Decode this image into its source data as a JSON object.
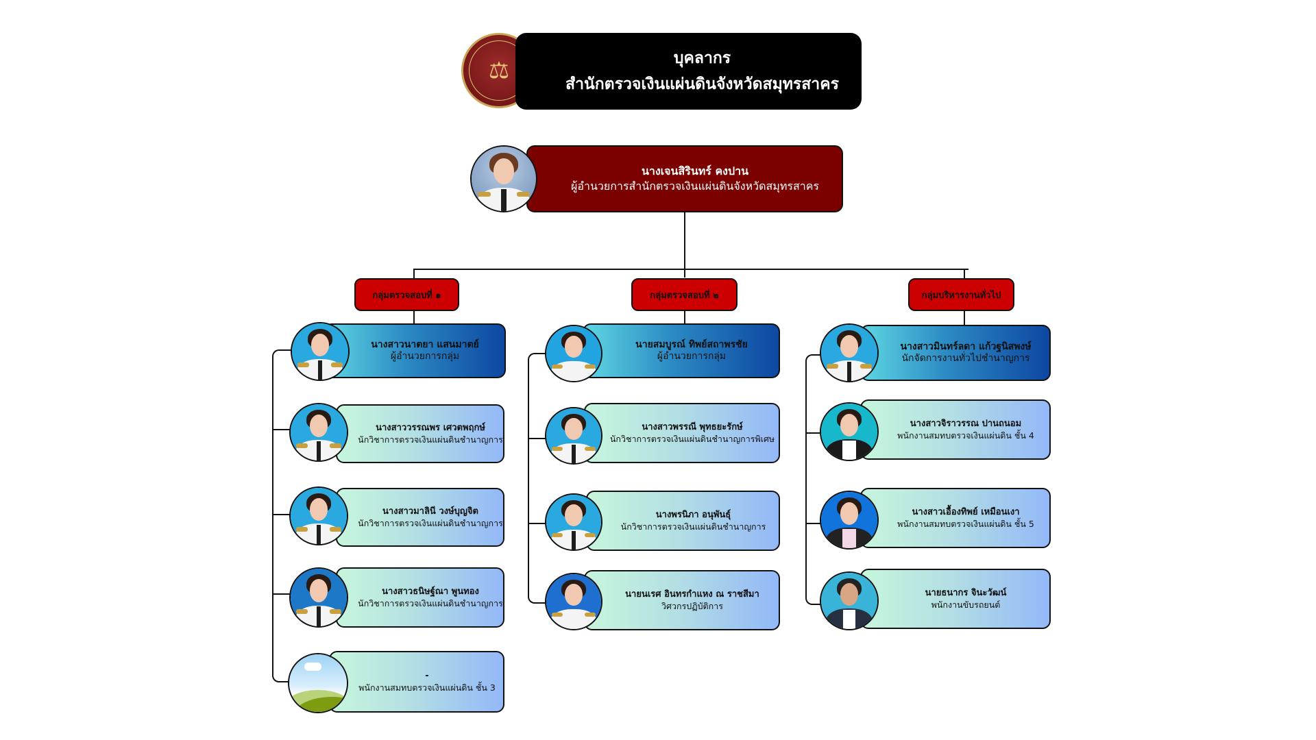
{
  "header": {
    "title": "บุคลากร",
    "subtitle": "สำนักตรวจเงินแผ่นดินจังหวัดสมุทรสาคร",
    "logo_icon": "state-audit-seal-icon",
    "colors": {
      "background": "#000000",
      "text": "#ffffff",
      "seal": "#7d1a1a"
    }
  },
  "director": {
    "name": "นางเจนสิรินทร์   คงปาน",
    "position": "ผู้อำนวยการสำนักตรวจเงินแผ่นดินจังหวัดสมุทรสาคร",
    "color": "#7b0000"
  },
  "groups": [
    {
      "label": "กลุ่มตรวจสอบที่ ๑",
      "members": [
        {
          "name": "นางสาวนาตยา แสนมาตย์",
          "position": "ผู้อำนวยการกลุ่ม",
          "role": "lead"
        },
        {
          "name": "นางสาววรรณพร เศวตพฤกษ์",
          "position": "นักวิชาการตรวจเงินแผ่นดินชำนาญการ",
          "role": "staff"
        },
        {
          "name": "นางสาวมาลินี วงษ์บุญจิต",
          "position": "นักวิชาการตรวจเงินแผ่นดินชำนาญการ",
          "role": "staff"
        },
        {
          "name": "นางสาวธนิษฐ์ณา พูนทอง",
          "position": "นักวิชาการตรวจเงินแผ่นดินชำนาญการ",
          "role": "staff"
        },
        {
          "name": "-",
          "position": "พนักงานสมทบตรวจเงินแผ่นดิน ชั้น 3",
          "role": "staff",
          "photo": "placeholder"
        }
      ]
    },
    {
      "label": "กลุ่มตรวจสอบที่ ๒",
      "members": [
        {
          "name": "นายสมบูรณ์ ทิพย์สถาพรชัย",
          "position": "ผู้อำนวยการกลุ่ม",
          "role": "lead"
        },
        {
          "name": "นางสาวพรรณี พุทธยะรักษ์",
          "position": "นักวิชาการตรวจเงินแผ่นดินชำนาญการพิเศษ",
          "role": "staff"
        },
        {
          "name": "นางพรนิภา อนุพันธุ์",
          "position": "นักวิชาการตรวจเงินแผ่นดินชำนาญการ",
          "role": "staff"
        },
        {
          "name": "นายนเรศ อินทรกำแหง ณ ราชสีมา",
          "position": "วิศวกรปฏิบัติการ",
          "role": "staff"
        }
      ]
    },
    {
      "label": "กลุ่มบริหารงานทั่วไป",
      "members": [
        {
          "name": "นางสาวมินทร์ลดา แก้วฐนิสพงษ์",
          "position": "นักจัดการงานทั่วไปชำนาญการ",
          "role": "lead"
        },
        {
          "name": "นางสาวจิราวรรณ ปานถนอม",
          "position": "พนักงานสมทบตรวจเงินแผ่นดิน ชั้น 4",
          "role": "staff"
        },
        {
          "name": "นางสาวเอื้องทิพย์ เหมือนเงา",
          "position": "พนักงานสมทบตรวจเงินแผ่นดิน ชั้น 5",
          "role": "staff"
        },
        {
          "name": "นายธนากร จินะวัฒน์",
          "position": "พนักงานขับรถยนต์",
          "role": "staff"
        }
      ]
    }
  ],
  "colors": {
    "group_header": "#cc0000",
    "lead_gradient": [
      "#5ed7e3",
      "#0d47a1"
    ],
    "staff_gradient": [
      "#c6f6dc",
      "#93b8f8"
    ]
  }
}
